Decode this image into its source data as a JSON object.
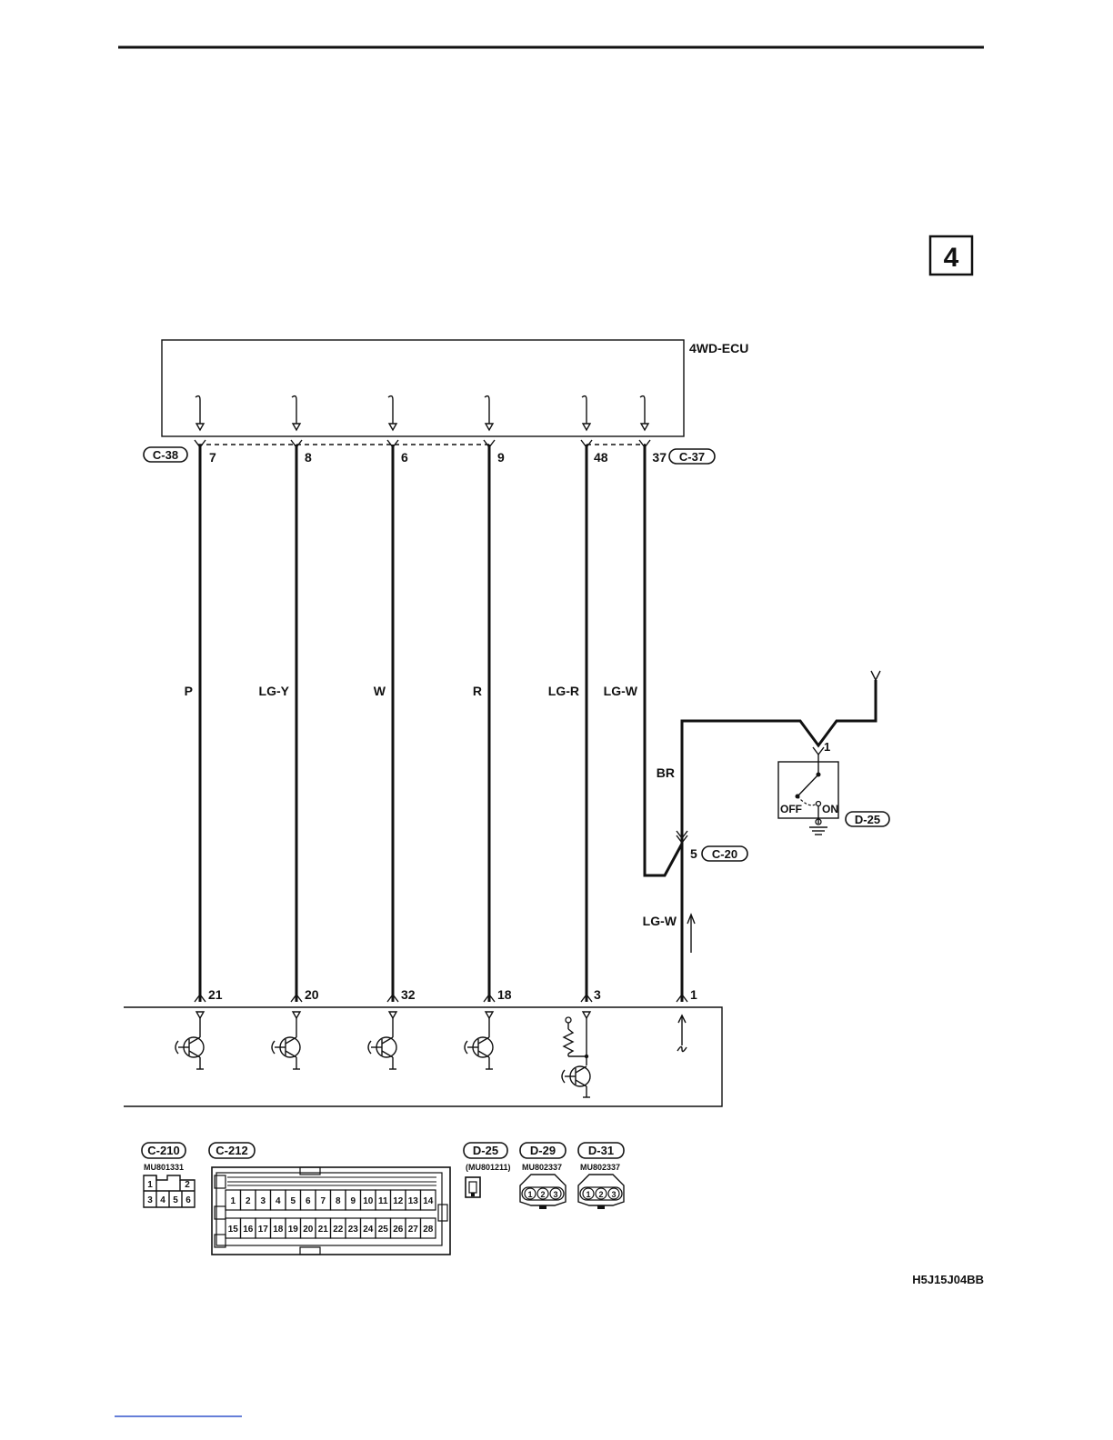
{
  "page": {
    "section_number": "4",
    "figure_code": "H5J15J04BB"
  },
  "ecu": {
    "name": "4WD-ECU"
  },
  "connectors_top": {
    "left": "C-38",
    "right": "C-37"
  },
  "wires": [
    {
      "top_pin": "7",
      "color": "P",
      "bottom_pin": "21"
    },
    {
      "top_pin": "8",
      "color": "LG-Y",
      "bottom_pin": "20"
    },
    {
      "top_pin": "6",
      "color": "W",
      "bottom_pin": "32"
    },
    {
      "top_pin": "9",
      "color": "R",
      "bottom_pin": "18"
    },
    {
      "top_pin": "48",
      "color": "LG-R",
      "bottom_pin": "3"
    },
    {
      "top_pin": "37",
      "color": "LG-W",
      "bottom_pin": ""
    }
  ],
  "junction": {
    "connector": "C-20",
    "pin": "5",
    "upper_wire": "BR",
    "lower_wire": "LG-W",
    "bottom_pin": "1"
  },
  "switch": {
    "connector": "D-25",
    "pin": "1",
    "off_label": "OFF",
    "on_label": "ON"
  },
  "legend": [
    {
      "id": "C-210",
      "part": "MU801331",
      "pins": [
        "1",
        "2",
        "3",
        "4",
        "5",
        "6"
      ]
    },
    {
      "id": "C-212",
      "part": "",
      "pins_row1": [
        "1",
        "2",
        "3",
        "4",
        "5",
        "6",
        "7",
        "8",
        "9",
        "10",
        "11",
        "12",
        "13",
        "14"
      ],
      "pins_row2": [
        "15",
        "16",
        "17",
        "18",
        "19",
        "20",
        "21",
        "22",
        "23",
        "24",
        "25",
        "26",
        "27",
        "28"
      ]
    },
    {
      "id": "D-25",
      "part": "(MU801211)"
    },
    {
      "id": "D-29",
      "part": "MU802337",
      "pins": [
        "1",
        "2",
        "3"
      ]
    },
    {
      "id": "D-31",
      "part": "MU802337",
      "pins": [
        "1",
        "2",
        "3"
      ]
    }
  ]
}
